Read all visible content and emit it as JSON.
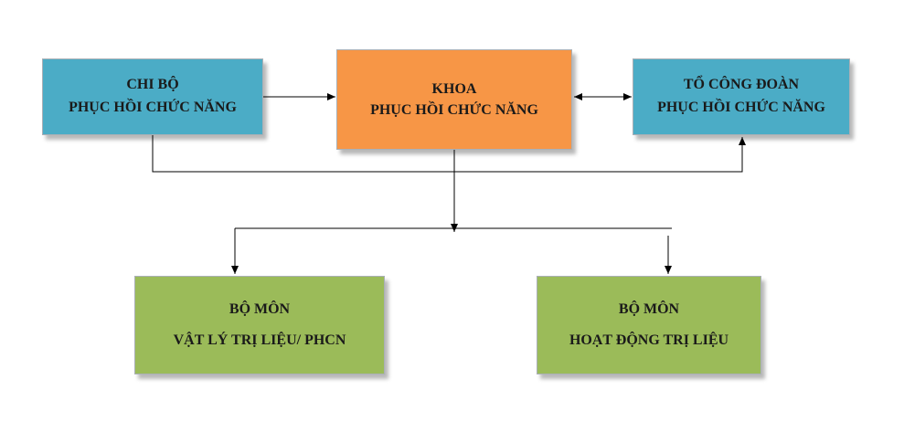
{
  "diagram": {
    "nodes": {
      "chi_bo": {
        "line1": "CHI BỘ",
        "line2": "PHỤC HỒI CHỨC NĂNG",
        "color": "#4bacc6"
      },
      "khoa": {
        "line1": "KHOA",
        "line2": "PHỤC HỒI CHỨC NĂNG",
        "color": "#f79646"
      },
      "to_cong_doan": {
        "line1": "TỔ CÔNG ĐOÀN",
        "line2": "PHỤC HỒI CHỨC NĂNG",
        "color": "#4bacc6"
      },
      "bo_mon_vltl": {
        "line1": "BỘ MÔN",
        "line2": "VẬT LÝ TRỊ LIỆU/ PHCN",
        "color": "#9bbb59"
      },
      "bo_mon_hdtl": {
        "line1": "BỘ MÔN",
        "line2": "HOẠT ĐỘNG TRỊ LIỆU",
        "color": "#9bbb59"
      }
    },
    "edges": [
      {
        "from": "chi_bo",
        "to": "khoa",
        "direction": "forward"
      },
      {
        "from": "khoa",
        "to": "to_cong_doan",
        "direction": "both"
      },
      {
        "from": "chi_bo",
        "to": "to_cong_doan",
        "direction": "forward"
      },
      {
        "from": "khoa",
        "to": "bo_mon_vltl",
        "direction": "forward"
      },
      {
        "from": "khoa",
        "to": "bo_mon_hdtl",
        "direction": "forward"
      }
    ],
    "line_color": "#000000"
  }
}
